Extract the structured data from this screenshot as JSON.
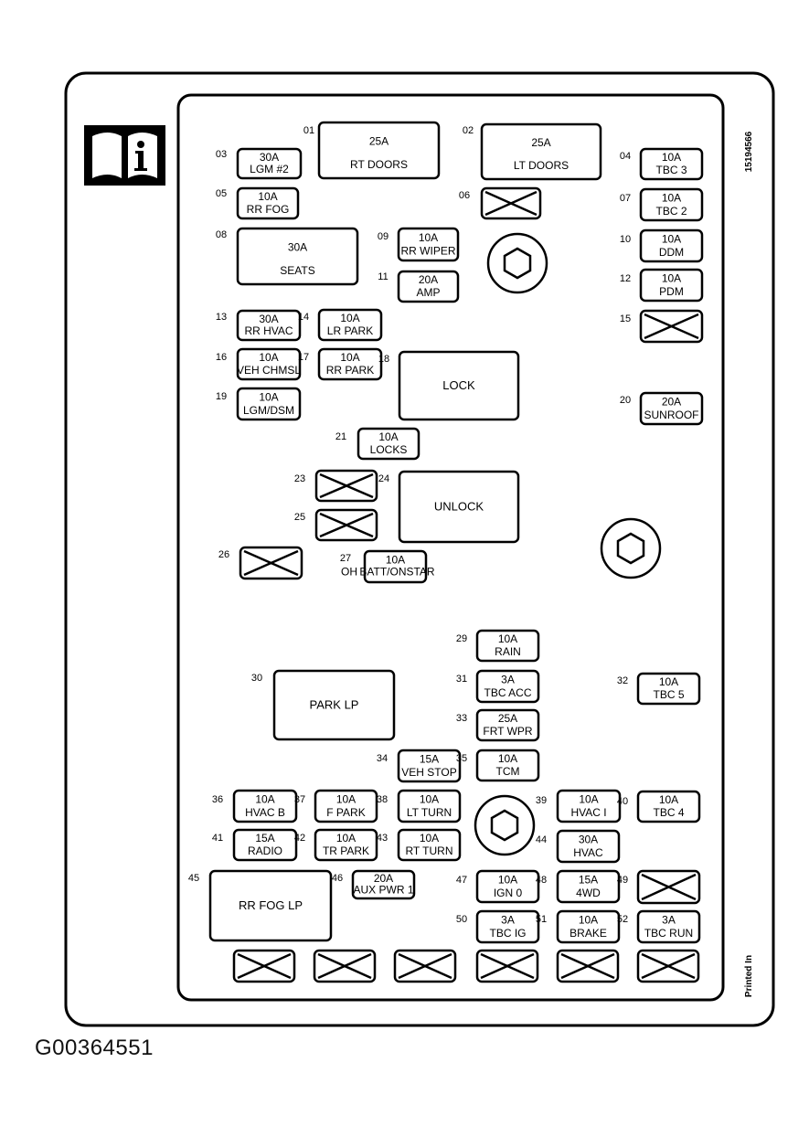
{
  "figure_id": "G00364551",
  "part_number": "15194566",
  "printed_note": "Printed In",
  "fuses": [
    {
      "num": "01",
      "amp": "25A",
      "label": "RT DOORS"
    },
    {
      "num": "02",
      "amp": "25A",
      "label": "LT DOORS"
    },
    {
      "num": "03",
      "amp": "30A",
      "label": "LGM #2"
    },
    {
      "num": "04",
      "amp": "10A",
      "label": "TBC 3"
    },
    {
      "num": "05",
      "amp": "10A",
      "label": "RR FOG"
    },
    {
      "num": "06",
      "amp": "",
      "label": ""
    },
    {
      "num": "07",
      "amp": "10A",
      "label": "TBC 2"
    },
    {
      "num": "08",
      "amp": "30A",
      "label": "SEATS"
    },
    {
      "num": "09",
      "amp": "10A",
      "label": "RR WIPER"
    },
    {
      "num": "10",
      "amp": "10A",
      "label": "DDM"
    },
    {
      "num": "11",
      "amp": "20A",
      "label": "AMP"
    },
    {
      "num": "12",
      "amp": "10A",
      "label": "PDM"
    },
    {
      "num": "13",
      "amp": "30A",
      "label": "RR HVAC"
    },
    {
      "num": "14",
      "amp": "10A",
      "label": "LR PARK"
    },
    {
      "num": "15",
      "amp": "",
      "label": ""
    },
    {
      "num": "16",
      "amp": "10A",
      "label": "VEH CHMSL"
    },
    {
      "num": "17",
      "amp": "10A",
      "label": "RR PARK"
    },
    {
      "num": "18",
      "amp": "",
      "label": "LOCK"
    },
    {
      "num": "19",
      "amp": "10A",
      "label": "LGM/DSM"
    },
    {
      "num": "20",
      "amp": "20A",
      "label": "SUNROOF"
    },
    {
      "num": "21",
      "amp": "10A",
      "label": "LOCKS"
    },
    {
      "num": "23",
      "amp": "",
      "label": ""
    },
    {
      "num": "24",
      "amp": "",
      "label": "UNLOCK"
    },
    {
      "num": "25",
      "amp": "",
      "label": ""
    },
    {
      "num": "26",
      "amp": "",
      "label": ""
    },
    {
      "num": "27",
      "amp": "10A",
      "label": "OH BATT/ONSTAR"
    },
    {
      "num": "29",
      "amp": "10A",
      "label": "RAIN"
    },
    {
      "num": "30",
      "amp": "",
      "label": "PARK LP"
    },
    {
      "num": "31",
      "amp": "3A",
      "label": "TBC ACC"
    },
    {
      "num": "32",
      "amp": "10A",
      "label": "TBC 5"
    },
    {
      "num": "33",
      "amp": "25A",
      "label": "FRT WPR"
    },
    {
      "num": "34",
      "amp": "15A",
      "label": "VEH STOP"
    },
    {
      "num": "35",
      "amp": "10A",
      "label": "TCM"
    },
    {
      "num": "36",
      "amp": "10A",
      "label": "HVAC B"
    },
    {
      "num": "37",
      "amp": "10A",
      "label": "F PARK"
    },
    {
      "num": "38",
      "amp": "10A",
      "label": "LT TURN"
    },
    {
      "num": "39",
      "amp": "10A",
      "label": "HVAC I"
    },
    {
      "num": "40",
      "amp": "10A",
      "label": "TBC 4"
    },
    {
      "num": "41",
      "amp": "15A",
      "label": "RADIO"
    },
    {
      "num": "42",
      "amp": "10A",
      "label": "TR PARK"
    },
    {
      "num": "43",
      "amp": "10A",
      "label": "RT TURN"
    },
    {
      "num": "44",
      "amp": "30A",
      "label": "HVAC"
    },
    {
      "num": "45",
      "amp": "",
      "label": "RR FOG LP"
    },
    {
      "num": "46",
      "amp": "20A",
      "label": "AUX PWR 1"
    },
    {
      "num": "47",
      "amp": "10A",
      "label": "IGN 0"
    },
    {
      "num": "48",
      "amp": "15A",
      "label": "4WD"
    },
    {
      "num": "49",
      "amp": "",
      "label": ""
    },
    {
      "num": "50",
      "amp": "3A",
      "label": "TBC IG"
    },
    {
      "num": "51",
      "amp": "10A",
      "label": "BRAKE"
    },
    {
      "num": "52",
      "amp": "3A",
      "label": "TBC RUN"
    }
  ],
  "bottom_slots": [
    {
      "num": "",
      "amp": "",
      "label": ""
    },
    {
      "num": "",
      "amp": "",
      "label": ""
    },
    {
      "num": "",
      "amp": "",
      "label": ""
    },
    {
      "num": "",
      "amp": "",
      "label": ""
    },
    {
      "num": "",
      "amp": "",
      "label": ""
    },
    {
      "num": "",
      "amp": "",
      "label": ""
    }
  ],
  "icons": [
    "info-book-icon",
    "mounting-bolt-icon"
  ]
}
